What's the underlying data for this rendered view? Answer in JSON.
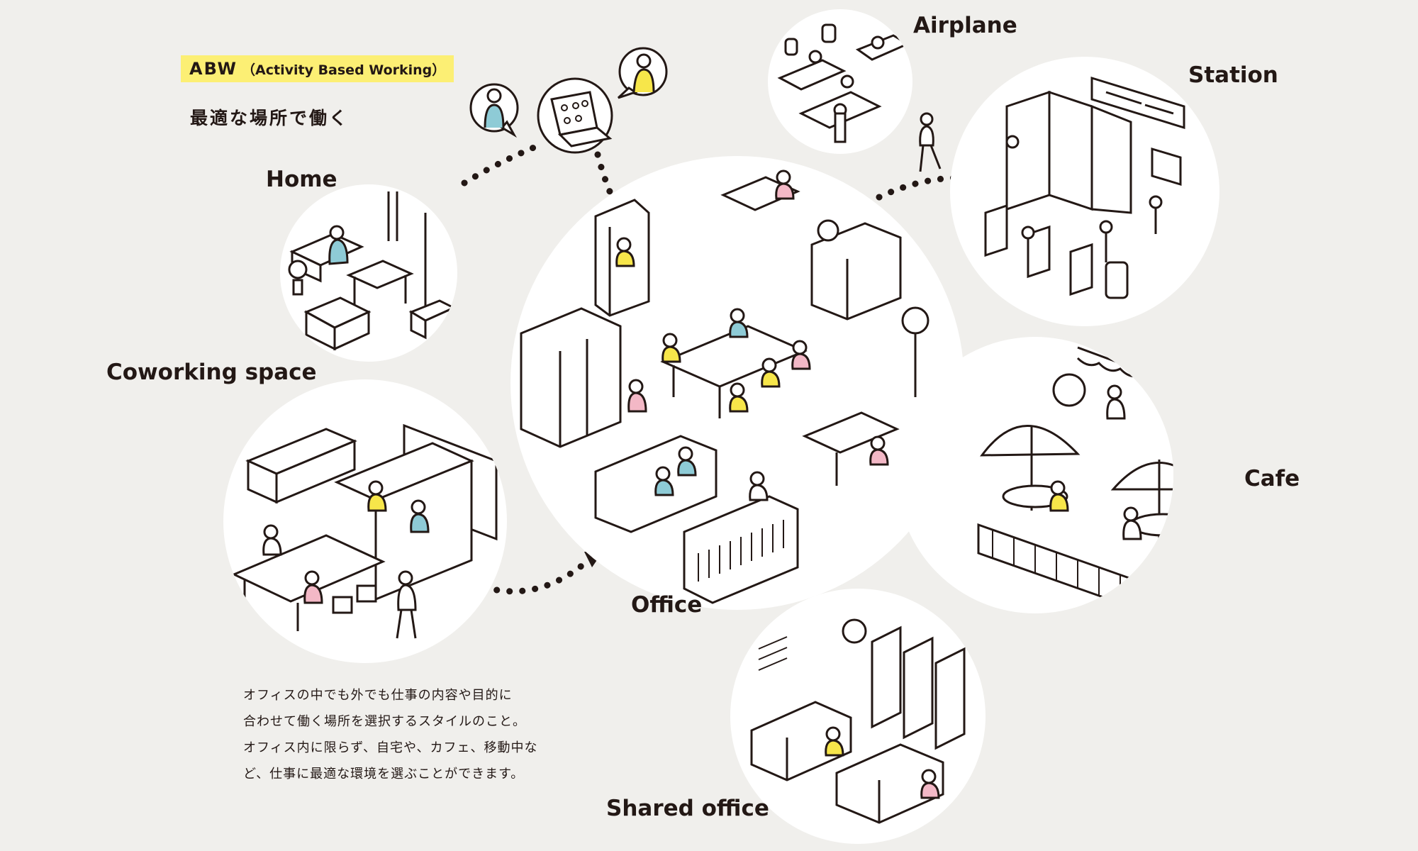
{
  "header": {
    "badge_main": "ABW",
    "badge_sub": "（Activity Based Working）",
    "subtitle": "最適な場所で働く"
  },
  "scenes": {
    "home": "Home",
    "coworking": "Coworking space",
    "office": "Office",
    "airplane": "Airplane",
    "station": "Station",
    "cafe": "Cafe",
    "shared_office": "Shared office"
  },
  "description": {
    "line1": "オフィスの中でも外でも仕事の内容や目的に",
    "line2": "合わせて働く場所を選択するスタイルのこと。",
    "line3": "オフィス内に限らず、自宅や、カフェ、移動中な",
    "line4": "ど、仕事に最適な環境を選ぶことができます。"
  },
  "colors": {
    "background": "#f0efec",
    "circle_fill": "#ffffff",
    "badge_yellow": "#fcef74",
    "accent_yellow": "#f7e64a",
    "accent_blue": "#8ecbd6",
    "accent_pink": "#f3b8c6",
    "line": "#231815"
  }
}
